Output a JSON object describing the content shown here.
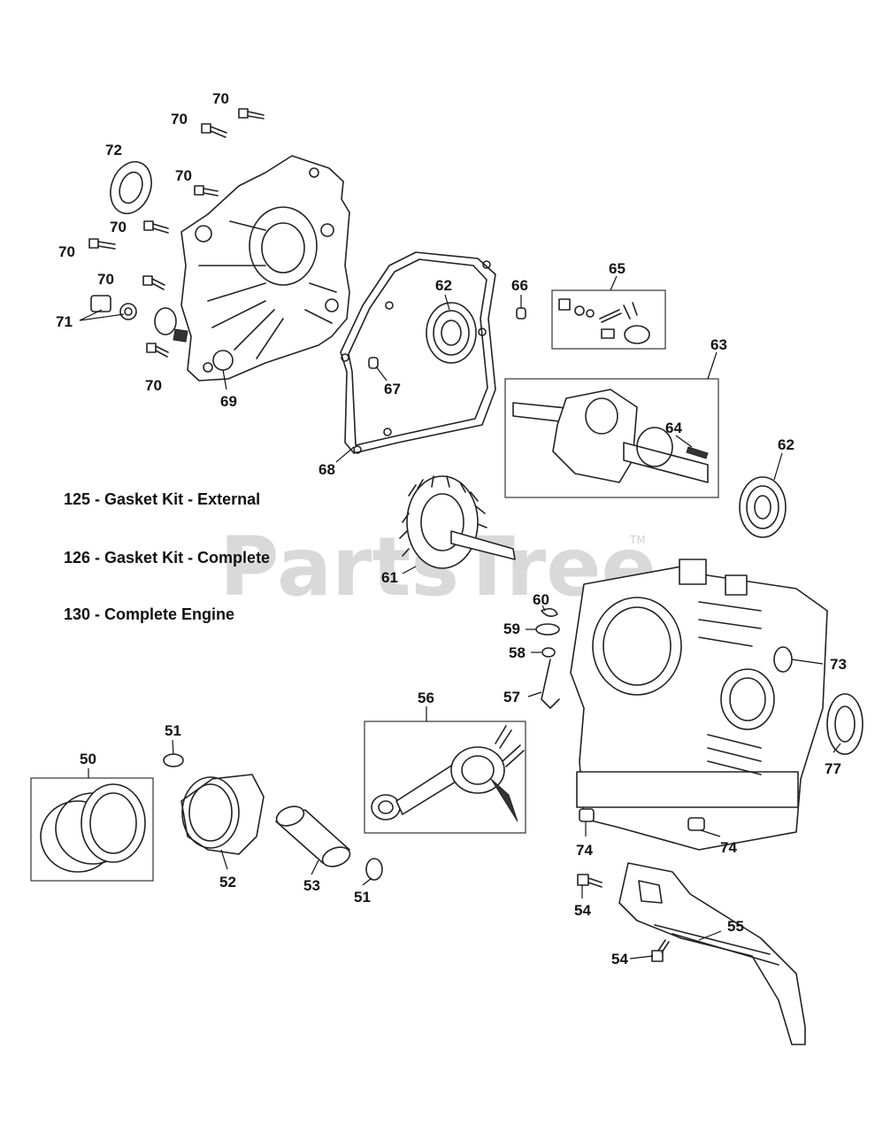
{
  "watermark": {
    "text": "PartsTree",
    "trademark": "TM"
  },
  "kit_notes": [
    {
      "label": "125 - Gasket Kit - External"
    },
    {
      "label": "126 - Gasket Kit - Complete"
    },
    {
      "label": "130 - Complete Engine"
    }
  ],
  "callouts": {
    "c70a": "70",
    "c70b": "70",
    "c70c": "70",
    "c70d": "70",
    "c70e": "70",
    "c70f": "70",
    "c70g": "70",
    "c71": "71",
    "c72": "72",
    "c69": "69",
    "c68": "68",
    "c67": "67",
    "c66": "66",
    "c62a": "62",
    "c62b": "62",
    "c65": "65",
    "c63": "63",
    "c64": "64",
    "c61": "61",
    "c60": "60",
    "c59": "59",
    "c58": "58",
    "c57": "57",
    "c56": "56",
    "c73": "73",
    "c77": "77",
    "c74a": "74",
    "c74b": "74",
    "c54a": "54",
    "c54b": "54",
    "c55": "55",
    "c50": "50",
    "c51a": "51",
    "c51b": "51",
    "c52": "52",
    "c53": "53"
  }
}
